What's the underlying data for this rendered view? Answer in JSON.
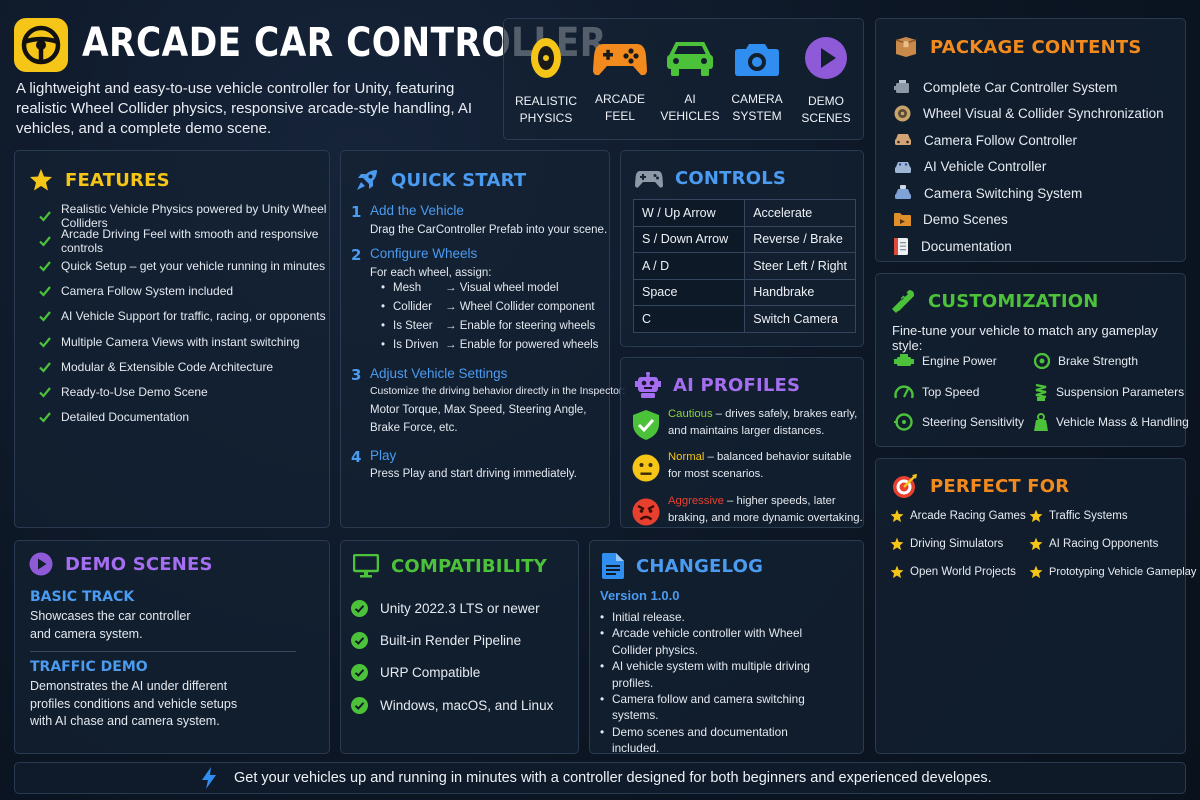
{
  "header": {
    "title": "ARCADE CAR CONTROLLER",
    "description": "A lightweight and easy-to-use vehicle controller for Unity, featuring realistic Wheel Collider physics, responsive arcade-style handling, AI vehicles, and a complete demo scene.",
    "logo_icon": "steering-wheel-icon"
  },
  "highlights": [
    {
      "label_1": "REALISTIC",
      "label_2": "PHYSICS",
      "icon": "wheel-icon",
      "color": "#f5c518"
    },
    {
      "label_1": "ARCADE",
      "label_2": "FEEL",
      "icon": "gamepad-icon",
      "color": "#f28a1e"
    },
    {
      "label_1": "AI",
      "label_2": "VEHICLES",
      "icon": "car-icon",
      "color": "#4cc13a"
    },
    {
      "label_1": "CAMERA",
      "label_2": "SYSTEM",
      "icon": "camera-icon",
      "color": "#2f8ef0"
    },
    {
      "label_1": "DEMO",
      "label_2": "SCENES",
      "icon": "play-icon",
      "color": "#8e5ad8"
    }
  ],
  "features": {
    "title": "FEATURES",
    "title_color": "#f5c518",
    "items": [
      "Realistic Vehicle Physics powered by Unity Wheel Colliders",
      "Arcade Driving Feel with smooth and responsive controls",
      "Quick Setup – get your vehicle running in minutes",
      "Camera Follow System included",
      "AI Vehicle Support for traffic, racing, or opponents",
      "Multiple Camera Views with instant switching",
      "Modular & Extensible Code Architecture",
      "Ready-to-Use Demo Scene",
      "Detailed Documentation"
    ]
  },
  "quick_start": {
    "title": "QUICK START",
    "title_color": "#4b9bf0",
    "steps": [
      {
        "num": "1",
        "heading": "Add the Vehicle",
        "body": "Drag the CarController Prefab into your scene."
      },
      {
        "num": "2",
        "heading": "Configure Wheels",
        "body": "For each wheel, assign:",
        "bullets": [
          {
            "key": "Mesh",
            "arrow": "→",
            "value": "Visual wheel model"
          },
          {
            "key": "Collider",
            "arrow": "→",
            "value": "Wheel Collider component"
          },
          {
            "key": "Is Steer",
            "arrow": "→",
            "value": "Enable for steering wheels"
          },
          {
            "key": "Is Driven",
            "arrow": "→",
            "value": "Enable for powered wheels"
          }
        ]
      },
      {
        "num": "3",
        "heading": "Adjust Vehicle Settings",
        "body_1": "Customize the driving behavior directly in the Inspector:",
        "body_2": "Motor Torque, Max Speed, Steering Angle,",
        "body_3": "Brake Force, etc."
      },
      {
        "num": "4",
        "heading": "Play",
        "body": "Press Play and start driving immediately."
      }
    ]
  },
  "controls": {
    "title": "CONTROLS",
    "title_color": "#4b9bf0",
    "rows": [
      {
        "key": "W / Up Arrow",
        "action": "Accelerate"
      },
      {
        "key": "S / Down Arrow",
        "action": "Reverse / Brake"
      },
      {
        "key": "A / D",
        "action": "Steer Left / Right"
      },
      {
        "key": "Space",
        "action": "Handbrake"
      },
      {
        "key": "C",
        "action": "Switch Camera"
      }
    ]
  },
  "ai_profiles": {
    "title": "AI PROFILES",
    "title_color": "#a56ef0",
    "profiles": [
      {
        "name": "Cautious",
        "color": "#8cd43a",
        "desc_1": " – drives safely, brakes early,",
        "desc_2": "and maintains larger distances.",
        "icon": "shield-check-icon"
      },
      {
        "name": "Normal",
        "color": "#f5c518",
        "desc_1": " – balanced behavior suitable",
        "desc_2": "for most scenarios.",
        "icon": "neutral-face-icon"
      },
      {
        "name": "Aggressive",
        "color": "#e8402e",
        "desc_1": " – higher speeds, later",
        "desc_2": "braking, and more dynamic overtaking.",
        "icon": "angry-face-icon"
      }
    ]
  },
  "package_contents": {
    "title": "PACKAGE CONTENTS",
    "title_color": "#f28a1e",
    "items": [
      {
        "label": "Complete Car Controller System",
        "icon": "engine-icon"
      },
      {
        "label": "Wheel Visual & Collider Synchronization",
        "icon": "tire-icon"
      },
      {
        "label": "Camera Follow Controller",
        "icon": "car-front-icon"
      },
      {
        "label": "AI Vehicle Controller",
        "icon": "robot-car-icon"
      },
      {
        "label": "Camera Switching System",
        "icon": "car-camera-icon"
      },
      {
        "label": "Demo Scenes",
        "icon": "folder-icon"
      },
      {
        "label": "Documentation",
        "icon": "document-icon"
      }
    ]
  },
  "customization": {
    "title": "CUSTOMIZATION",
    "title_color": "#4cc13a",
    "subtitle": "Fine-tune your vehicle to match any gameplay style:",
    "items": [
      {
        "label": "Engine Power",
        "icon": "engine-icon"
      },
      {
        "label": "Brake Strength",
        "icon": "brake-icon"
      },
      {
        "label": "Top Speed",
        "icon": "speedometer-icon"
      },
      {
        "label": "Suspension Parameters",
        "icon": "suspension-icon"
      },
      {
        "label": "Steering Sensitivity",
        "icon": "steering-icon"
      },
      {
        "label": "Vehicle Mass & Handling",
        "icon": "weight-icon"
      }
    ]
  },
  "perfect_for": {
    "title": "PERFECT FOR",
    "title_color": "#f28a1e",
    "items": [
      "Arcade Racing Games",
      "Traffic Systems",
      "Driving Simulators",
      "AI Racing Opponents",
      "Open World Projects",
      "Prototyping Vehicle Gameplay"
    ]
  },
  "demo_scenes": {
    "title": "DEMO SCENES",
    "title_color": "#a56ef0",
    "scenes": [
      {
        "name": "BASIC TRACK",
        "desc_1": "Showcases the car controller",
        "desc_2": "and camera system."
      },
      {
        "name": "TRAFFIC DEMO",
        "desc_1": "Demonstrates the AI under different",
        "desc_2": "profiles conditions and vehicle setups",
        "desc_3": "with AI chase and camera system."
      }
    ]
  },
  "compatibility": {
    "title": "COMPATIBILITY",
    "title_color": "#4cc13a",
    "items": [
      "Unity 2022.3 LTS or newer",
      "Built-in Render Pipeline",
      "URP Compatible",
      "Windows, macOS, and Linux"
    ]
  },
  "changelog": {
    "title": "CHANGELOG",
    "title_color": "#4b9bf0",
    "version": "Version 1.0.0",
    "entries": [
      "Initial release.",
      "Arcade vehicle controller with Wheel Collider physics.",
      "AI vehicle system with multiple driving profiles.",
      "Camera follow and camera switching systems.",
      "Demo scenes and documentation included."
    ]
  },
  "footer": {
    "text": "Get your vehicles up and running in minutes with a controller designed for both beginners and experienced developes.",
    "icon": "lightning-icon"
  }
}
